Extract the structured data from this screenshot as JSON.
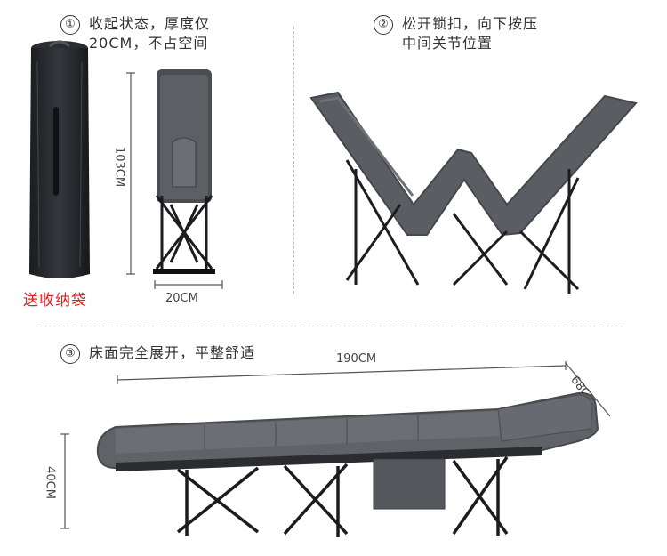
{
  "steps": [
    {
      "num": "①",
      "text": "收起状态，厚度仅\n20CM，不占空间"
    },
    {
      "num": "②",
      "text": "松开锁扣，向下按压\n中间关节位置"
    },
    {
      "num": "③",
      "text": "床面完全展开，平整舒适"
    }
  ],
  "bag_label": "送收纳袋",
  "dimensions": {
    "folded_height": "103CM",
    "folded_width": "20CM",
    "length": "190CM",
    "width": "68CM",
    "height": "40CM"
  }
}
